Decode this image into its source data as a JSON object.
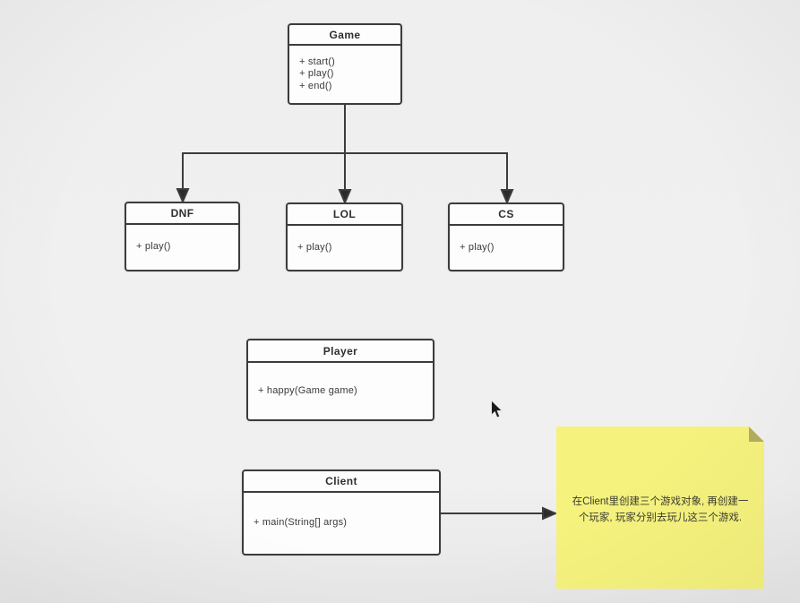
{
  "diagram": {
    "classes": [
      {
        "name": "Game",
        "methods": [
          "+ start()",
          "+ play()",
          "+ end()"
        ]
      },
      {
        "name": "DNF",
        "methods": [
          "+ play()"
        ]
      },
      {
        "name": "LOL",
        "methods": [
          "+ play()"
        ]
      },
      {
        "name": "CS",
        "methods": [
          "+ play()"
        ]
      },
      {
        "name": "Player",
        "methods": [
          "+ happy(Game game)"
        ]
      },
      {
        "name": "Client",
        "methods": [
          "+ main(String[] args)"
        ]
      }
    ],
    "relationships": [
      {
        "from": "Game",
        "to": "DNF",
        "style": "solid-arrow-down"
      },
      {
        "from": "Game",
        "to": "LOL",
        "style": "solid-arrow-down"
      },
      {
        "from": "Game",
        "to": "CS",
        "style": "solid-arrow-down"
      },
      {
        "from": "Client",
        "to": "sticky-note",
        "style": "solid-arrow-right"
      }
    ],
    "note": {
      "lines": [
        "在Client里创建三个游戏对象, 再创建一",
        "个玩家, 玩家分别去玩儿这三个游戏."
      ],
      "text": "在Client里创建三个游戏对象, 再创建一个玩家, 玩家分别去玩儿这三个游戏."
    }
  },
  "colors": {
    "background": "#efefef",
    "box_fill": "#fdfdfd",
    "line": "#3c3c3c",
    "note_fill": "#f5f27e",
    "note_fold": "#b2ad60",
    "text": "#3a3a3a"
  }
}
